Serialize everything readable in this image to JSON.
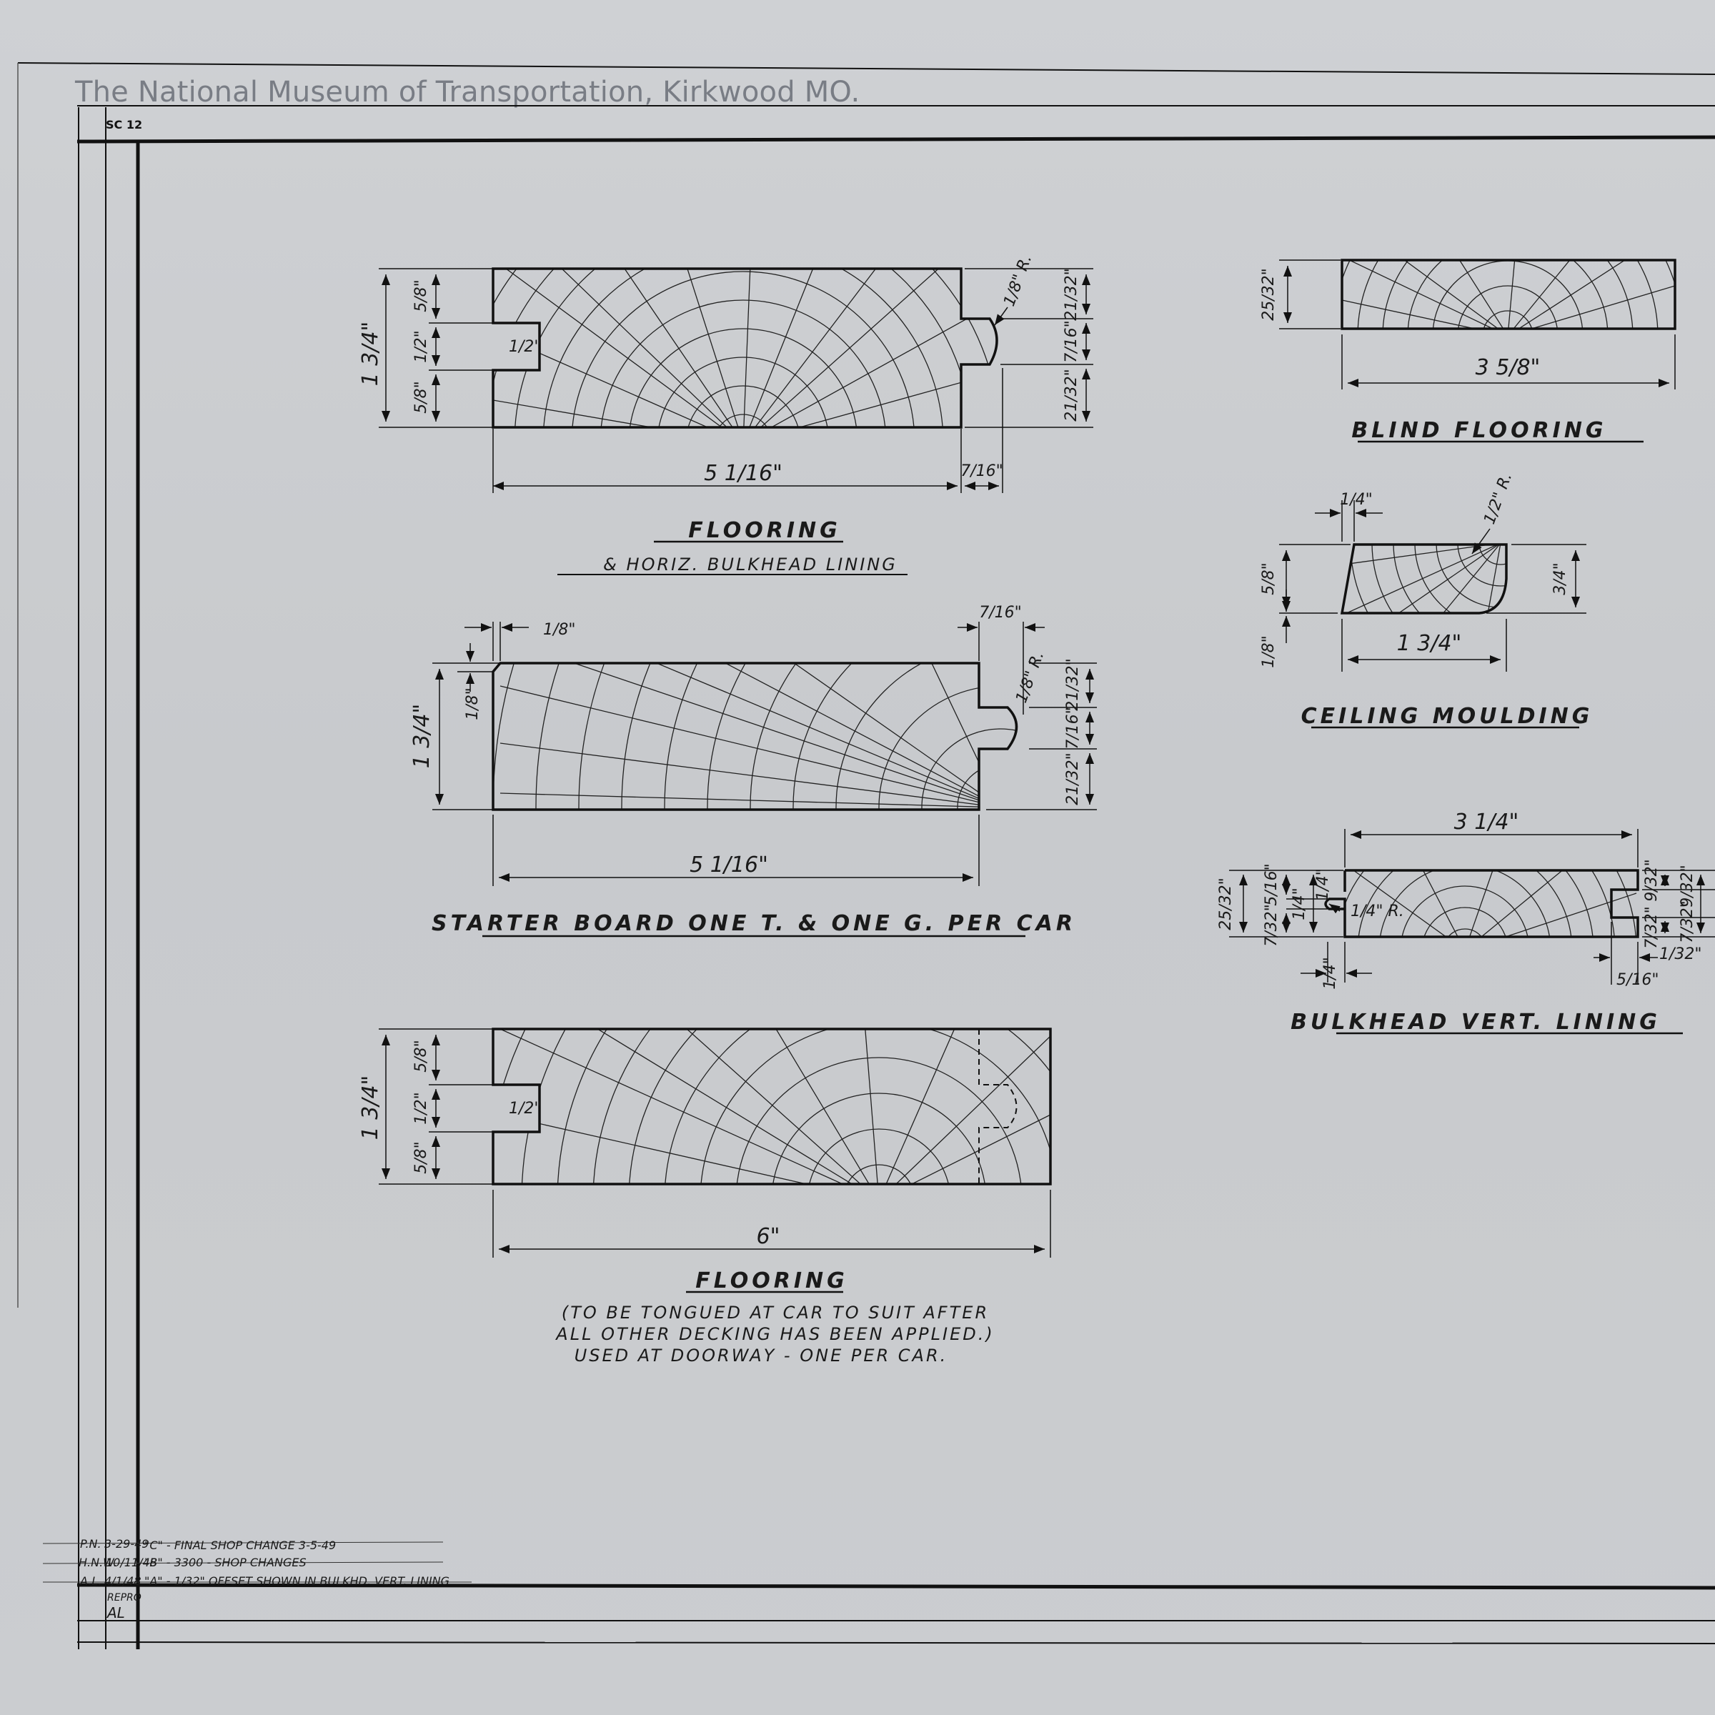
{
  "watermark": "The National Museum of Transportation, Kirkwood MO.",
  "sheet_code": "SC 12",
  "drawings": {
    "flooring_top": {
      "title": "FLOORING",
      "subtitle": "& HORIZ. BULKHEAD LINING",
      "dims": {
        "height": "1 3/4\"",
        "left_top": "5/8\"",
        "left_mid": "1/2\"",
        "left_bot": "5/8\"",
        "groove": "1/2\"",
        "width": "5 1/16\"",
        "tongue": "7/16\"",
        "radius": "1/8\" R.",
        "right_top": "21/32\"",
        "right_mid": "7/16\"",
        "right_bot": "21/32\""
      }
    },
    "starter_board": {
      "title": "STARTER BOARD ONE T. & ONE G. PER CAR",
      "dims": {
        "chamfer": "1/8\"",
        "chamfer_v": "1/8\"",
        "tongue": "7/16\"",
        "height": "1 3/4\"",
        "radius": "1/8\" R.",
        "right_top": "21/32\"",
        "right_mid": "7/16\"",
        "right_bot": "21/32\"",
        "width": "5 1/16\""
      }
    },
    "flooring_doorway": {
      "title": "FLOORING",
      "note_line1": "(TO BE TONGUED AT CAR TO SUIT AFTER",
      "note_line2": "ALL OTHER DECKING HAS BEEN APPLIED.)",
      "note_line3": "USED AT DOORWAY - ONE PER CAR.",
      "dims": {
        "height": "1 3/4\"",
        "left_top": "5/8\"",
        "left_mid": "1/2\"",
        "left_bot": "5/8\"",
        "groove": "1/2\"",
        "width": "6\""
      }
    },
    "blind_flooring": {
      "title": "BLIND FLOORING",
      "dims": {
        "height": "25/32\"",
        "width": "3 5/8\""
      }
    },
    "ceiling_moulding": {
      "title": "CEILING MOULDING",
      "dims": {
        "top": "1/4\"",
        "radius": "1/2\" R.",
        "left": "5/8\"",
        "left_bot": "1/8\"",
        "right": "3/4\"",
        "width": "1 3/4\""
      }
    },
    "bulkhead_vert": {
      "title": "BULKHEAD VERT. LINING",
      "dims": {
        "width": "3 1/4\"",
        "height": "25/32\"",
        "l_top": "5/16\"",
        "l_mid": "1/4\"",
        "l_bot": "7/32\"",
        "l_top2": "1/4\"",
        "radius": "1/4\" R.",
        "r_top": "9/32\"",
        "r_bot": "7/32\"",
        "r_top2": "9/32\"",
        "r_bot2": "7/32\"",
        "b_left": "1/4\"",
        "b_right1": "1/32\"",
        "b_right2": "5/16\""
      }
    }
  },
  "revisions": [
    {
      "who": "P.N.",
      "date": "3-29-49",
      "text": "\"C\" - FINAL SHOP CHANGE  3-5-49"
    },
    {
      "who": "H.N.W.",
      "date": "10/11/48",
      "text": "\"B\" - 3300 - SHOP CHANGES"
    },
    {
      "who": "A.L.",
      "date": "4/1/48",
      "text": "\"A\" - 1/32\" OFFSET SHOWN IN BULKHD. VERT. LINING"
    }
  ],
  "repro_label": "REPRO",
  "repro_initials": "AL"
}
